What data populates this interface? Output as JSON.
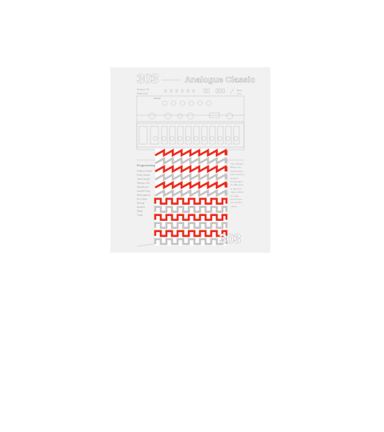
{
  "poster": {
    "model_number": "303",
    "title": "Analogue Classic",
    "subtitle_lines": [
      "Roland TB",
      "Bass Line"
    ],
    "right_sub_lines": [
      "Bass",
      "Line"
    ],
    "panel_tag": "TB-303",
    "section_label": "Programming",
    "left_list": [
      "Pattern Write",
      "Pitch Mode",
      "Time Mode",
      "Tempo 120",
      "Waveform",
      "Cutoff Freq",
      "Resonance",
      "Env Mod",
      "Decay",
      "Accent",
      "Slide",
      "Tune"
    ],
    "right_list": [
      "The TB-303",
      "Bass Line",
      "Synthesizer",
      "was made by",
      "Roland",
      "Corporation",
      "in 1981 and",
      "is used by",
      "many artists",
      "to make",
      "acid house",
      "and techno",
      "music."
    ],
    "waveform_colors": {
      "accent": "#ec2b1d",
      "neutral": "#c4c4c4"
    },
    "waveform_rows": [
      {
        "shape": "saw",
        "color": "accent"
      },
      {
        "shape": "saw",
        "color": "neutral"
      },
      {
        "shape": "saw",
        "color": "accent"
      },
      {
        "shape": "saw",
        "color": "neutral"
      },
      {
        "shape": "saw",
        "color": "accent"
      },
      {
        "shape": "saw",
        "color": "neutral"
      },
      {
        "shape": "square",
        "color": "accent"
      },
      {
        "shape": "square",
        "color": "neutral"
      },
      {
        "shape": "square",
        "color": "accent"
      },
      {
        "shape": "square",
        "color": "neutral"
      },
      {
        "shape": "square",
        "color": "accent"
      },
      {
        "shape": "square",
        "color": "neutral"
      }
    ]
  }
}
